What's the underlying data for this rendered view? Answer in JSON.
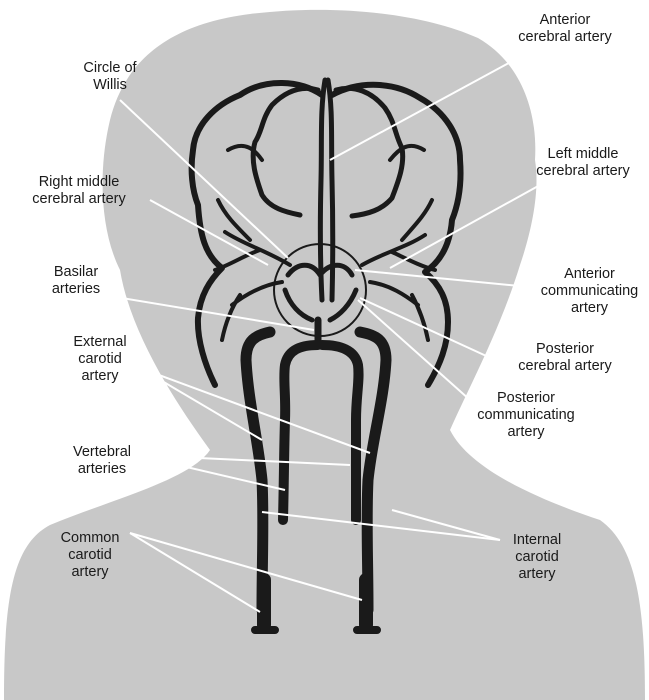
{
  "colors": {
    "silhouette": "#c8c8c8",
    "vessel": "#1a1a1a",
    "leader": "#ffffff",
    "text": "#1a1a1a"
  },
  "labels": {
    "anterior_cerebral": "Anterior\ncerebral artery",
    "circle_of_willis": "Circle of\nWillis",
    "left_middle_cerebral": "Left middle\ncerebral artery",
    "right_middle_cerebral": "Right middle\ncerebral artery",
    "basilar": "Basilar\narteries",
    "anterior_communicating": "Anterior\ncommunicating\nartery",
    "external_carotid": "External\ncarotid\nartery",
    "posterior_cerebral": "Posterior\ncerebral artery",
    "posterior_communicating": "Posterior\ncommunicating\nartery",
    "vertebral": "Vertebral\narteries",
    "internal_carotid": "Internal\ncarotid\nartery",
    "common_carotid": "Common\ncarotid\nartery"
  }
}
